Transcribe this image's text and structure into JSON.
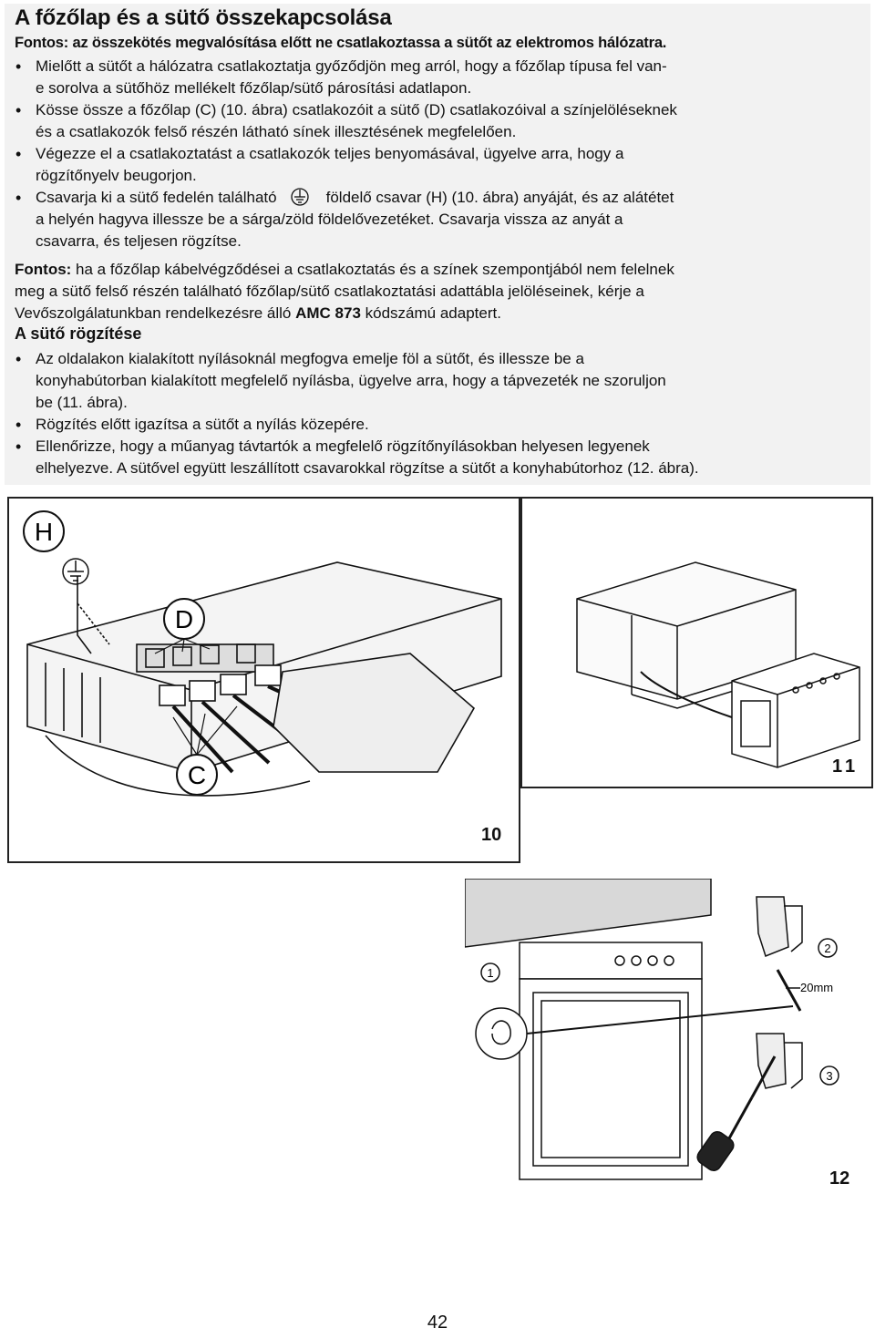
{
  "title": "A főzőlap és a sütő összekapcsolása",
  "important_note": "Fontos: az összekötés megvalósítása előtt ne csatlakoztassa a sütőt az elektromos hálózatra.",
  "connection_steps": [
    "Mielőtt a sütőt a hálózatra csatlakoztatja győződjön meg arról, hogy a főzőlap típusa fel van-",
    "e sorolva a sütőhöz mellékelt főzőlap/sütő párosítási adatlapon.",
    "Kösse össze a főzőlap (C) (10. ábra) csatlakozóit a sütő (D) csatlakozóival a színjelöléseknek",
    "és a csatlakozók felső részén látható sínek illesztésének megfelelően.",
    "Végezze el a csatlakoztatást a csatlakozók teljes benyomásával, ügyelve arra, hogy a",
    "rögzítőnyelv beugorjon.",
    "Csavarja ki a sütő fedelén található",
    "földelő csavar (H) (10. ábra) anyáját, és az alátétet",
    "a helyén hagyva illessze be a sárga/zöld földelővezetéket. Csavarja vissza az anyát a",
    "csavarra, és teljesen rögzítse."
  ],
  "important_paragraph": {
    "label": "Fontos:",
    "text_1": " ha a főzőlap kábelvégződései a csatlakoztatás és a színek szempontjából nem felelnek",
    "text_2": "meg a sütő felső részén található főzőlap/sütő csatlakoztatási adattábla jelöléseinek, kérje a",
    "text_3": "Vevőszolgálatunkban rendelkezésre álló ",
    "code": "AMC 873",
    "text_4": " kódszámú adaptert."
  },
  "fixing_heading": "A sütő rögzítése",
  "fixing_steps": [
    "Az oldalakon kialakított nyílásoknál megfogva emelje föl a sütőt, és illessze be a",
    "konyhabútorban kialakított megfelelő nyílásba, ügyelve arra, hogy a tápvezeték ne szoruljon",
    "be (11. ábra).",
    "Rögzítés előtt igazítsa a sütőt a nyílás közepére.",
    "Ellenőrizze, hogy a műanyag távtartók a megfelelő rögzítőnyílásokban helyesen legyenek",
    "elhelyezve. A sütővel együtt leszállított csavarokkal rögzítse a sütőt a konyhabútorhoz (12. ábra)."
  ],
  "figures": {
    "fig10": {
      "number": "10",
      "label_h": "H",
      "label_d": "D",
      "label_c": "C"
    },
    "fig11": {
      "number": "11"
    },
    "fig12": {
      "number": "12",
      "callout_1": "1",
      "callout_2": "2",
      "callout_3": "3",
      "dimension": "20mm"
    }
  },
  "page_number": "42"
}
